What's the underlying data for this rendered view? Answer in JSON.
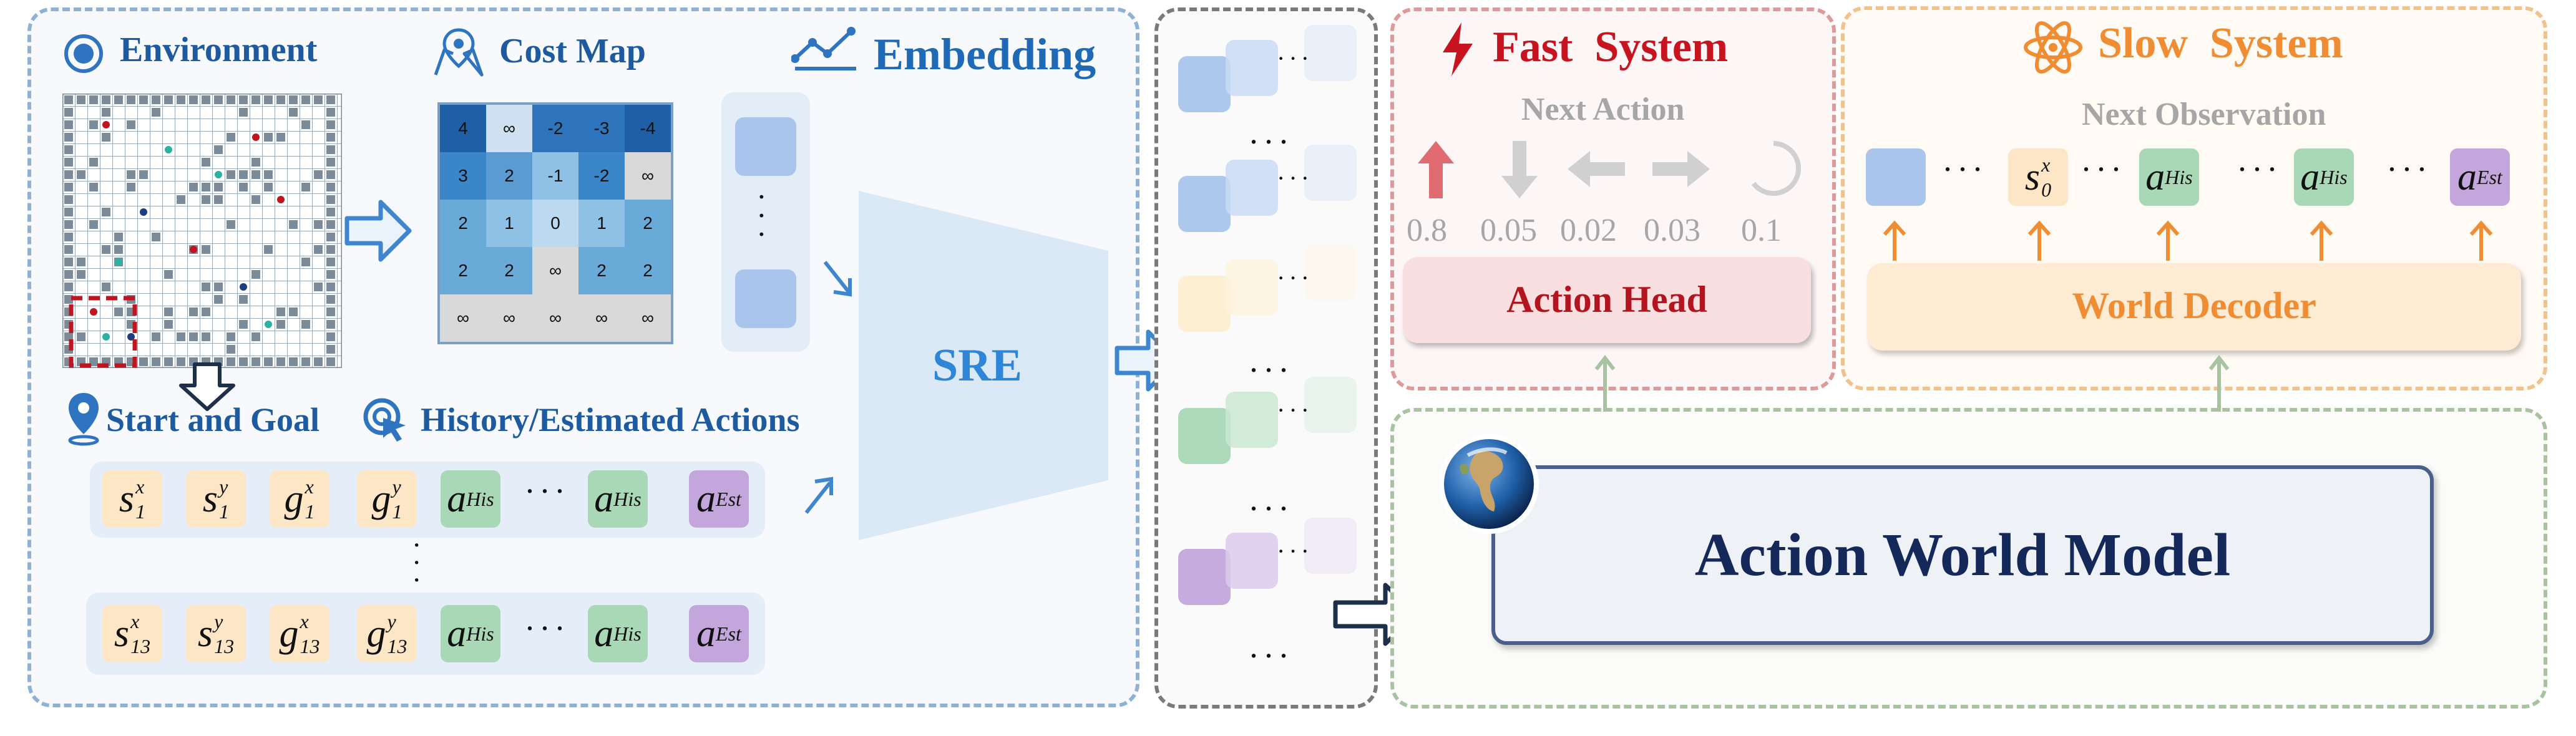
{
  "env": {
    "title": "Environment",
    "cost_map_title": "Cost Map",
    "embedding_title": "Embedding",
    "start_goal_title": "Start and Goal",
    "history_title": "History/Estimated Actions",
    "cost_map": [
      [
        "4",
        "∞",
        "-2",
        "-3",
        "-4"
      ],
      [
        "3",
        "2",
        "-1",
        "-2",
        "∞"
      ],
      [
        "2",
        "1",
        "0",
        "1",
        "2"
      ],
      [
        "2",
        "2",
        "∞",
        "2",
        "2"
      ],
      [
        "∞",
        "∞",
        "∞",
        "∞",
        "∞"
      ]
    ],
    "token_row1": [
      "s1x",
      "s1y",
      "g1x",
      "g1y",
      "aHis",
      "aHis",
      "aEst"
    ],
    "token_row2": [
      "s13x",
      "s13y",
      "g13x",
      "g13y",
      "aHis",
      "aHis",
      "aEst"
    ]
  },
  "sre": {
    "label": "SRE"
  },
  "fast": {
    "title": "Fast  System",
    "next_action_label": "Next Action",
    "probs": [
      "0.8",
      "0.05",
      "0.02",
      "0.03",
      "0.1"
    ],
    "head_label": "Action Head"
  },
  "slow": {
    "title": "Slow  System",
    "next_obs_label": "Next Observation",
    "decoder_label": "World Decoder"
  },
  "awm": {
    "label": "Action World Model"
  },
  "colors": {
    "blue_dash": "#8eb1d6",
    "red_dash": "#dc9a9a",
    "orange_dash": "#f0c28c",
    "green_dash": "#a9c3a2",
    "gray_dash": "#7a7a7a",
    "token_beige": "#fce6c6",
    "token_green": "#a8d8b6",
    "token_purple": "#c3a6dc",
    "fast_red": "#c8141e",
    "slow_orange": "#f08c32",
    "awm_navy": "#14285a"
  }
}
